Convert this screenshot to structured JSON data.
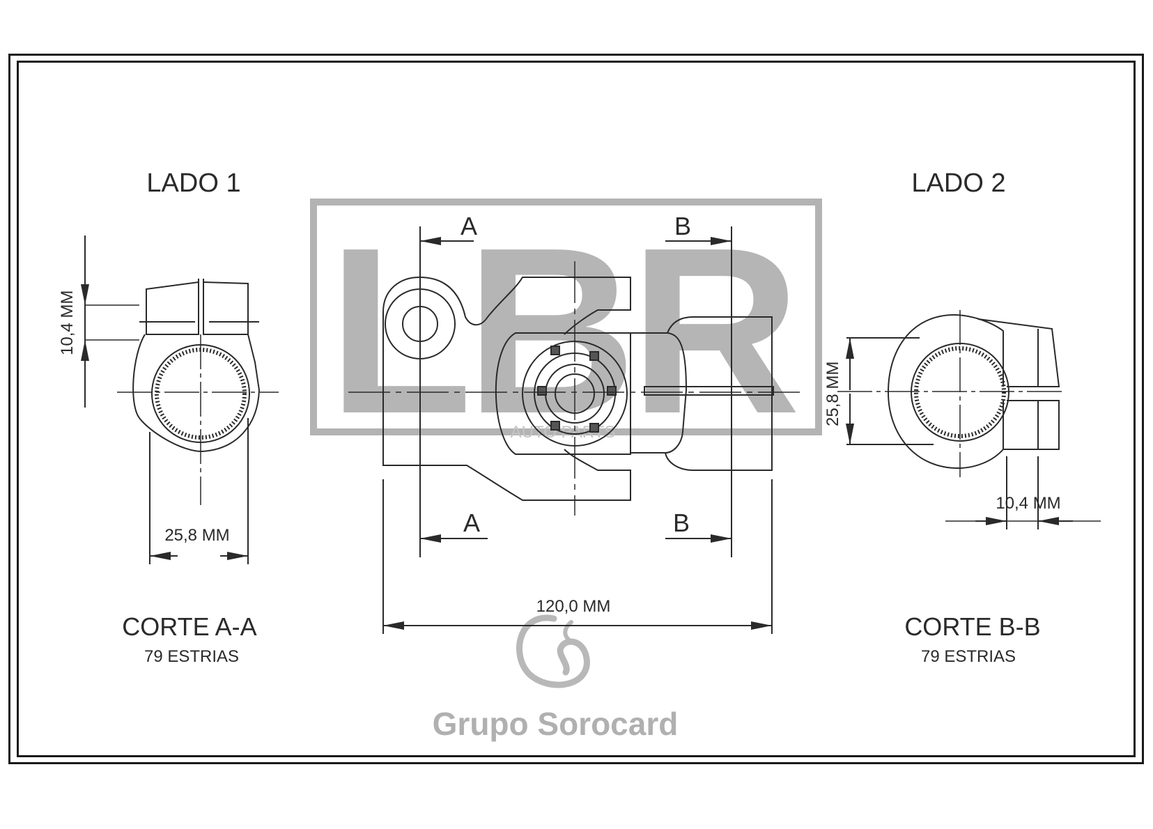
{
  "views": {
    "side1": {
      "title": "LADO 1",
      "dim_height": "10,4 MM",
      "dim_width": "25,8 MM",
      "section_title": "CORTE A-A",
      "section_note": "79 ESTRIAS"
    },
    "side2": {
      "title": "LADO 2",
      "dim_height": "25,8 MM",
      "dim_width": "10,4 MM",
      "section_title": "CORTE B-B",
      "section_note": "79 ESTRIAS"
    },
    "main": {
      "cut_a_top": "A",
      "cut_b_top": "B",
      "cut_a_bottom": "A",
      "cut_b_bottom": "B",
      "overall_length": "120,0 MM"
    }
  },
  "watermarks": {
    "lbr_letters": "LBR",
    "lbr_sub": "AUTO PARTS",
    "sorocard": "Grupo Sorocard"
  },
  "colors": {
    "line": "#2a2a2a",
    "watermark": "#a9a9a9",
    "background": "#ffffff"
  }
}
